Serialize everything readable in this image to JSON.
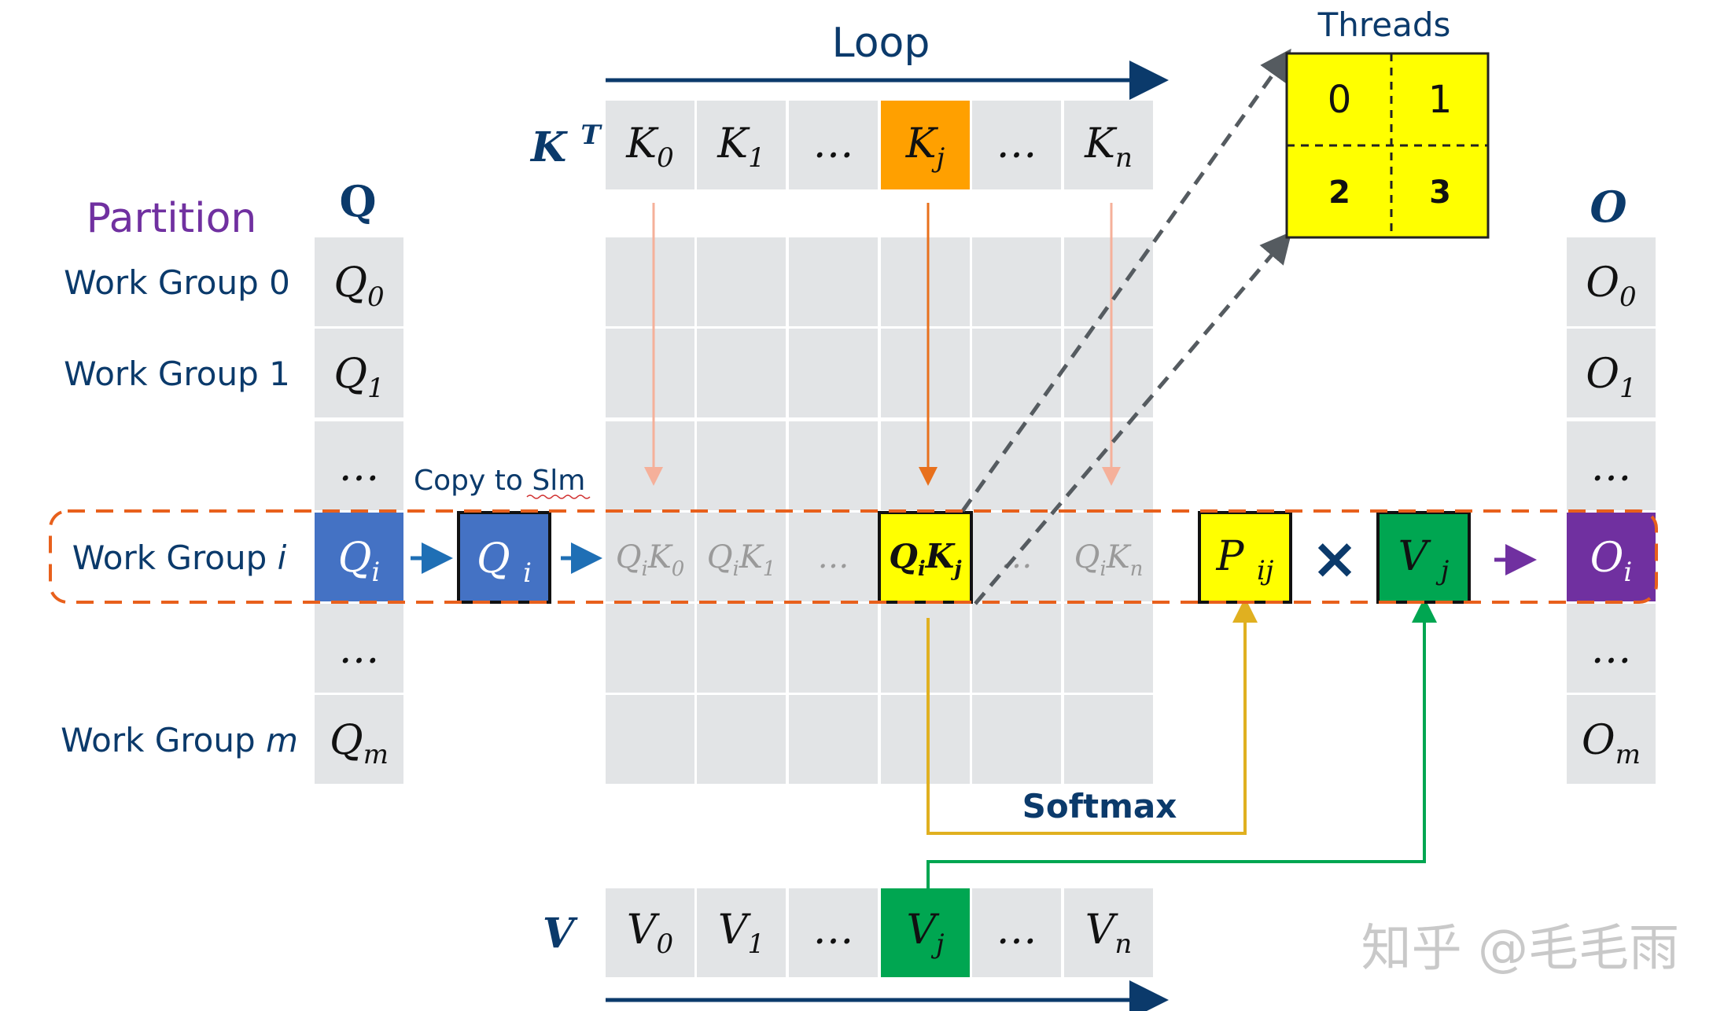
{
  "labels": {
    "loop_top": "Loop",
    "threads": "Threads",
    "partition": "Partition",
    "q_header": "Q",
    "o_header": "O",
    "kt_base": "K",
    "kt_sup": "T",
    "v_label": "V",
    "copy_to_slm": "Copy to Slm",
    "softmax": "Softmax",
    "times": "×",
    "watermark": "知乎 @毛毛雨"
  },
  "work_groups": [
    {
      "name": "Work Group 0",
      "q_base": "Q",
      "q_sub": "0",
      "o_base": "O",
      "o_sub": "0"
    },
    {
      "name": "Work Group 1",
      "q_base": "Q",
      "q_sub": "1",
      "o_base": "O",
      "o_sub": "1"
    },
    {
      "name": "",
      "q_base": "…",
      "q_sub": "",
      "o_base": "…",
      "o_sub": ""
    },
    {
      "name_base": "Work Group ",
      "name_var": "i",
      "q_base": "Q",
      "q_sub": "i",
      "o_base": "O",
      "o_sub": "i"
    },
    {
      "name": "",
      "q_base": "…",
      "q_sub": "",
      "o_base": "…",
      "o_sub": ""
    },
    {
      "name_base": "Work Group ",
      "name_var": "m",
      "q_base": "Q",
      "q_sub": "m",
      "o_base": "O",
      "o_sub": "m"
    }
  ],
  "k_row": [
    {
      "base": "K",
      "sub": "0"
    },
    {
      "base": "K",
      "sub": "1"
    },
    {
      "base": "…",
      "sub": ""
    },
    {
      "base": "K",
      "sub": "j"
    },
    {
      "base": "…",
      "sub": ""
    },
    {
      "base": "K",
      "sub": "n"
    }
  ],
  "v_row": [
    {
      "base": "V",
      "sub": "0"
    },
    {
      "base": "V",
      "sub": "1"
    },
    {
      "base": "…",
      "sub": ""
    },
    {
      "base": "V",
      "sub": "j"
    },
    {
      "base": "…",
      "sub": ""
    },
    {
      "base": "V",
      "sub": "n"
    }
  ],
  "qk_row": [
    {
      "a": "Q",
      "as": "i",
      "b": "K",
      "bs": "0"
    },
    {
      "a": "Q",
      "as": "i",
      "b": "K",
      "bs": "1"
    },
    {
      "a": "…",
      "as": "",
      "b": "",
      "bs": ""
    },
    {
      "a": "Q",
      "as": "i",
      "b": "K",
      "bs": "j"
    },
    {
      "a": "…",
      "as": "",
      "b": "",
      "bs": ""
    },
    {
      "a": "Q",
      "as": "i",
      "b": "K",
      "bs": "n"
    }
  ],
  "slm_copy": {
    "base": "Q",
    "sub": "i"
  },
  "p_block": {
    "base": "P",
    "sub": "ij"
  },
  "v_block": {
    "base": "V",
    "sub": "j"
  },
  "threads_grid": [
    "0",
    "1",
    "2",
    "3"
  ],
  "colors": {
    "navy": "#0b3a6b",
    "purple": "#7030a0",
    "gray_cell": "#e2e4e6",
    "blue_block": "#4472c4",
    "orange": "#ffa000",
    "orange_dash": "#e8601c",
    "yellow": "#ffff00",
    "green": "#00a651",
    "softmax_line": "#e0b020",
    "salmon_arrow": "#f5b09a",
    "o_purple": "#7030a0",
    "arrow_blue": "#1f6fb5"
  }
}
